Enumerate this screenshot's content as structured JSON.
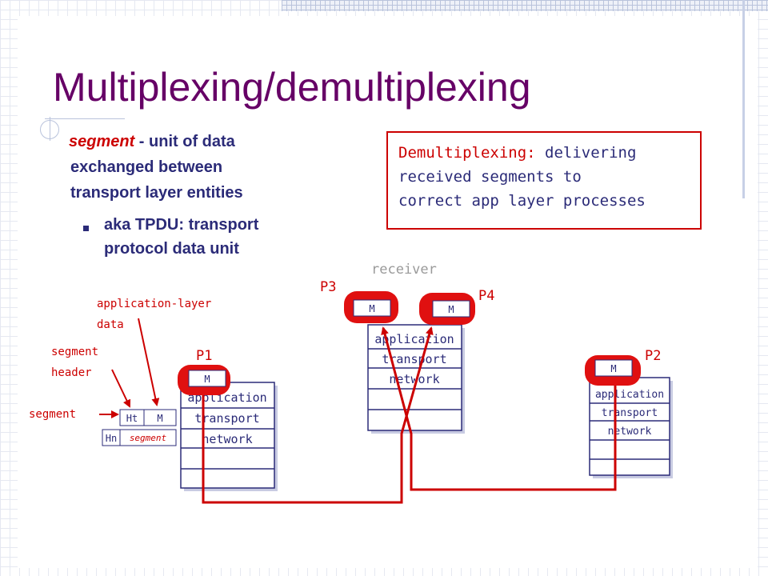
{
  "slide": {
    "title": "Multiplexing/demultiplexing",
    "bullet": {
      "term": "segment",
      "definition_line1": " - unit of data",
      "definition_line2": "exchanged between",
      "definition_line3": "transport layer entities"
    },
    "subbullet": {
      "line1": "aka TPDU: transport",
      "line2": "protocol data unit"
    },
    "callout": {
      "term": "Demultiplexing:",
      "line1_rest": " delivering",
      "line2": "received segments to",
      "line3": "correct app layer processes"
    }
  },
  "diagram": {
    "labels": {
      "receiver": "receiver",
      "p1": "P1",
      "p2": "P2",
      "p3": "P3",
      "p4": "P4",
      "app_layer_data_1": "application-layer",
      "app_layer_data_2": "data",
      "segment_header_1": "segment",
      "segment_header_2": "header",
      "segment": "segment"
    },
    "layers": {
      "application": "application",
      "transport": "transport",
      "network": "network"
    },
    "message": "M",
    "header_ht": "Ht",
    "header_hn": "Hn",
    "packet_segment": "segment"
  },
  "colors": {
    "title": "#660066",
    "text": "#2b2b78",
    "accent_red": "#cc0000",
    "process_red": "#e01010",
    "link_red": "#cc0000",
    "stack_border": "#2b2b78"
  }
}
